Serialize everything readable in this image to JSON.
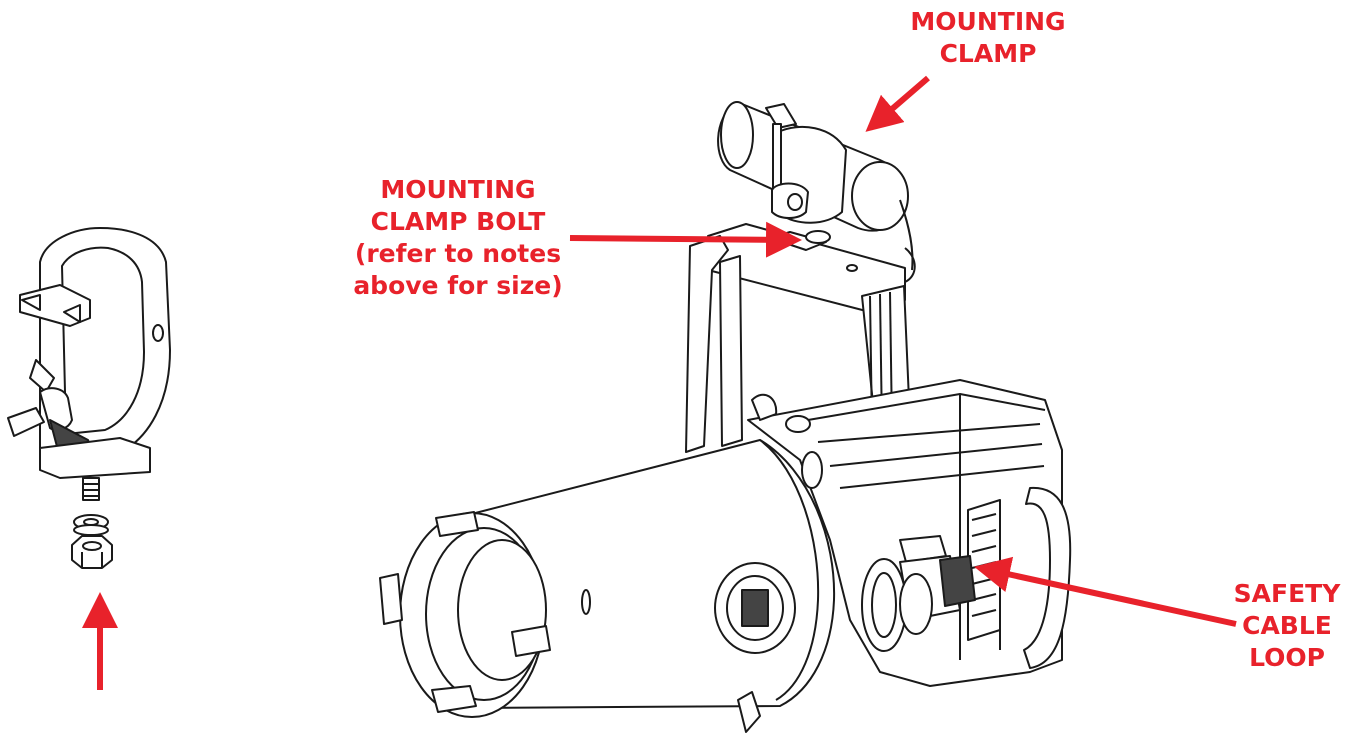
{
  "callouts": {
    "mounting_clamp": {
      "line1": "MOUNTING",
      "line2": "CLAMP"
    },
    "clamp_bolt": {
      "line1": "MOUNTING",
      "line2": "CLAMP BOLT",
      "line3": "(refer to notes",
      "line4": "above for size)"
    },
    "safety_cable": {
      "line1": "SAFETY",
      "line2": "CABLE",
      "line3": "LOOP"
    }
  },
  "colors": {
    "callout": "#e8222b",
    "line_art": "#1a1a1a"
  }
}
